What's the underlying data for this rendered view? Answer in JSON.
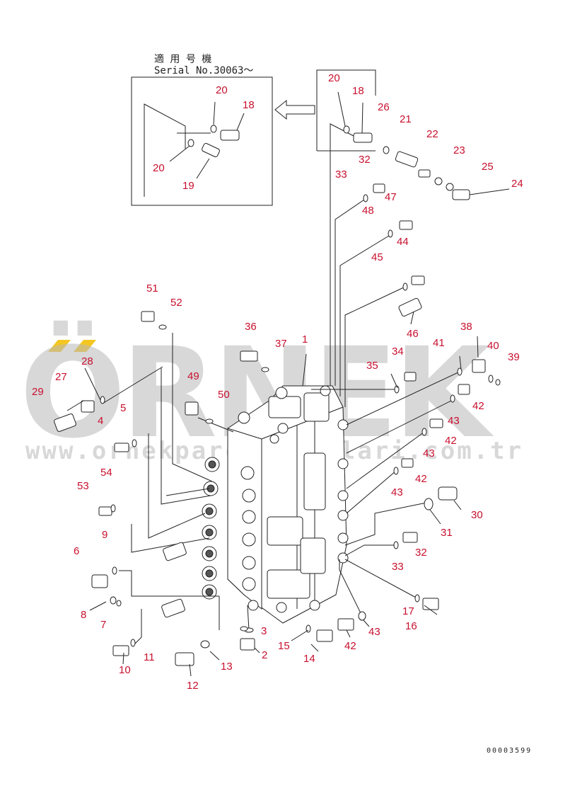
{
  "header": {
    "line1": "適 用 号 機",
    "line2": "Serial No.30063～"
  },
  "inset_labels": [
    "20",
    "18",
    "20",
    "19"
  ],
  "detail_labels": [
    "20",
    "18",
    "26",
    "32",
    "21",
    "22",
    "23",
    "25",
    "24"
  ],
  "part_labels": [
    "33",
    "47",
    "48",
    "44",
    "45",
    "46",
    "51",
    "52",
    "36",
    "37",
    "1",
    "38",
    "40",
    "39",
    "34",
    "35",
    "41",
    "42",
    "28",
    "27",
    "29",
    "49",
    "50",
    "5",
    "4",
    "43",
    "42",
    "43",
    "42",
    "54",
    "53",
    "43",
    "30",
    "9",
    "31",
    "32",
    "33",
    "6",
    "17",
    "16",
    "8",
    "7",
    "3",
    "43",
    "42",
    "2",
    "15",
    "11",
    "13",
    "14",
    "10",
    "12"
  ],
  "drawing_code": "00003599",
  "watermark": {
    "text": "ÖRNEK",
    "url": "www.ornekparcaciktilari.com.tr",
    "accent_color": "#f3c622"
  },
  "colors": {
    "labels": "#c8102e",
    "lines": "#222222",
    "watermark": "#b9b9bb"
  }
}
